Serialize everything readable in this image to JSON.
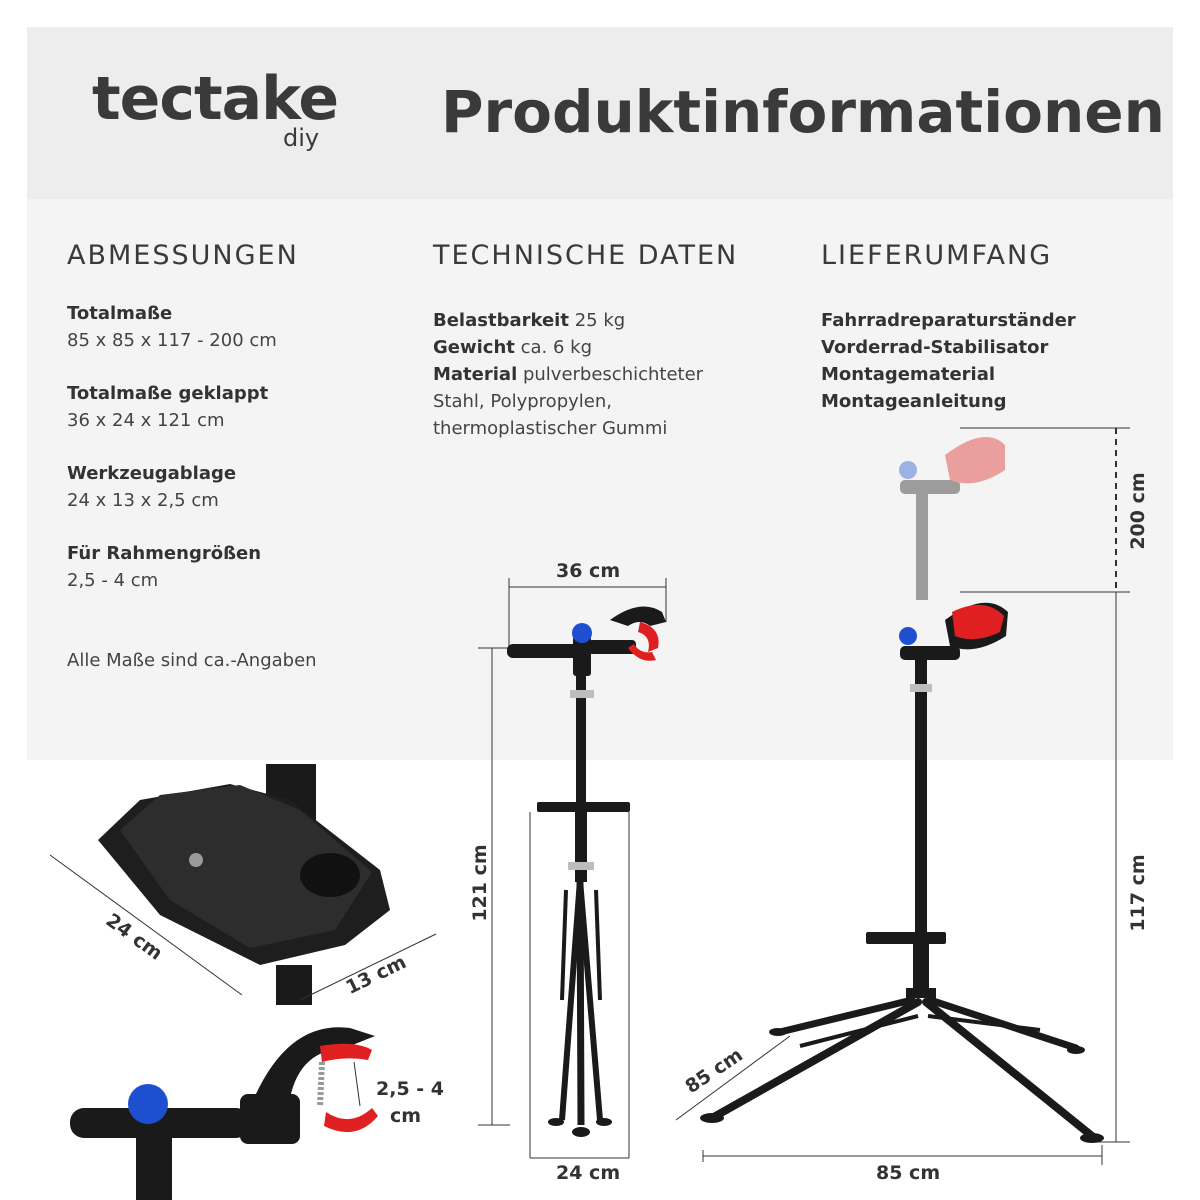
{
  "brand": {
    "name": "tectake",
    "sub": "diy"
  },
  "title": "Produktinformationen",
  "sections": {
    "dimensions": {
      "heading": "ABMESSUNGEN",
      "items": [
        {
          "label": "Totalmaße",
          "value": "85 x 85 x 117 - 200 cm"
        },
        {
          "label": "Totalmaße geklappt",
          "value": "36 x 24 x 121 cm"
        },
        {
          "label": "Werkzeugablage",
          "value": "24 x 13 x 2,5 cm"
        },
        {
          "label": "Für Rahmengrößen",
          "value": "2,5 - 4 cm"
        }
      ],
      "note": "Alle Maße sind ca.-Angaben"
    },
    "tech": {
      "heading": "TECHNISCHE DATEN",
      "rows": [
        {
          "label": "Belastbarkeit",
          "value": "25 kg"
        },
        {
          "label": "Gewicht",
          "value": "ca. 6 kg"
        },
        {
          "label": "Material",
          "value": "pulverbeschichteter"
        }
      ],
      "cont1": "Stahl, Polypropylen,",
      "cont2": "thermoplastischer Gummi"
    },
    "scope": {
      "heading": "LIEFERUMFANG",
      "items": [
        "Fahrradreparaturständer",
        "Vorderrad-Stabilisator",
        "Montagematerial",
        "Montageanleitung"
      ]
    }
  },
  "dimension_labels": {
    "folded_width": "36 cm",
    "folded_height": "121 cm",
    "folded_depth": "24 cm",
    "tray_length": "24 cm",
    "tray_width": "13 cm",
    "clamp_range_1": "2,5 - 4",
    "clamp_range_2": "cm",
    "max_height": "200 cm",
    "min_height": "117 cm",
    "leg_span_side": "85 cm",
    "leg_span_base": "85 cm"
  },
  "colors": {
    "header_bg": "#ededed",
    "info_bg": "#f4f4f4",
    "frame": "#1a1a1a",
    "clamp_red": "#e02020",
    "knob_blue": "#1f4fd1"
  }
}
